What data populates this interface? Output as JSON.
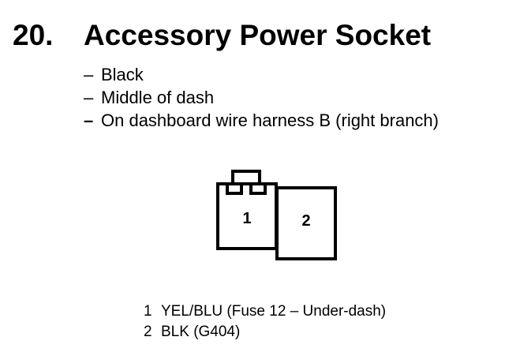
{
  "heading": {
    "number": "20.",
    "title": "Accessory Power Socket"
  },
  "details": [
    {
      "dash": "–",
      "text": "Black"
    },
    {
      "dash": "–",
      "text": "Middle of dash"
    },
    {
      "dash": "–",
      "text": "On dashboard wire harness B (right branch)"
    }
  ],
  "connector": {
    "cavity_1": "1",
    "cavity_2": "2"
  },
  "pins": [
    {
      "number": "1",
      "description": "YEL/BLU (Fuse 12 – Under-dash)"
    },
    {
      "number": "2",
      "description": "BLK (G404)"
    }
  ]
}
